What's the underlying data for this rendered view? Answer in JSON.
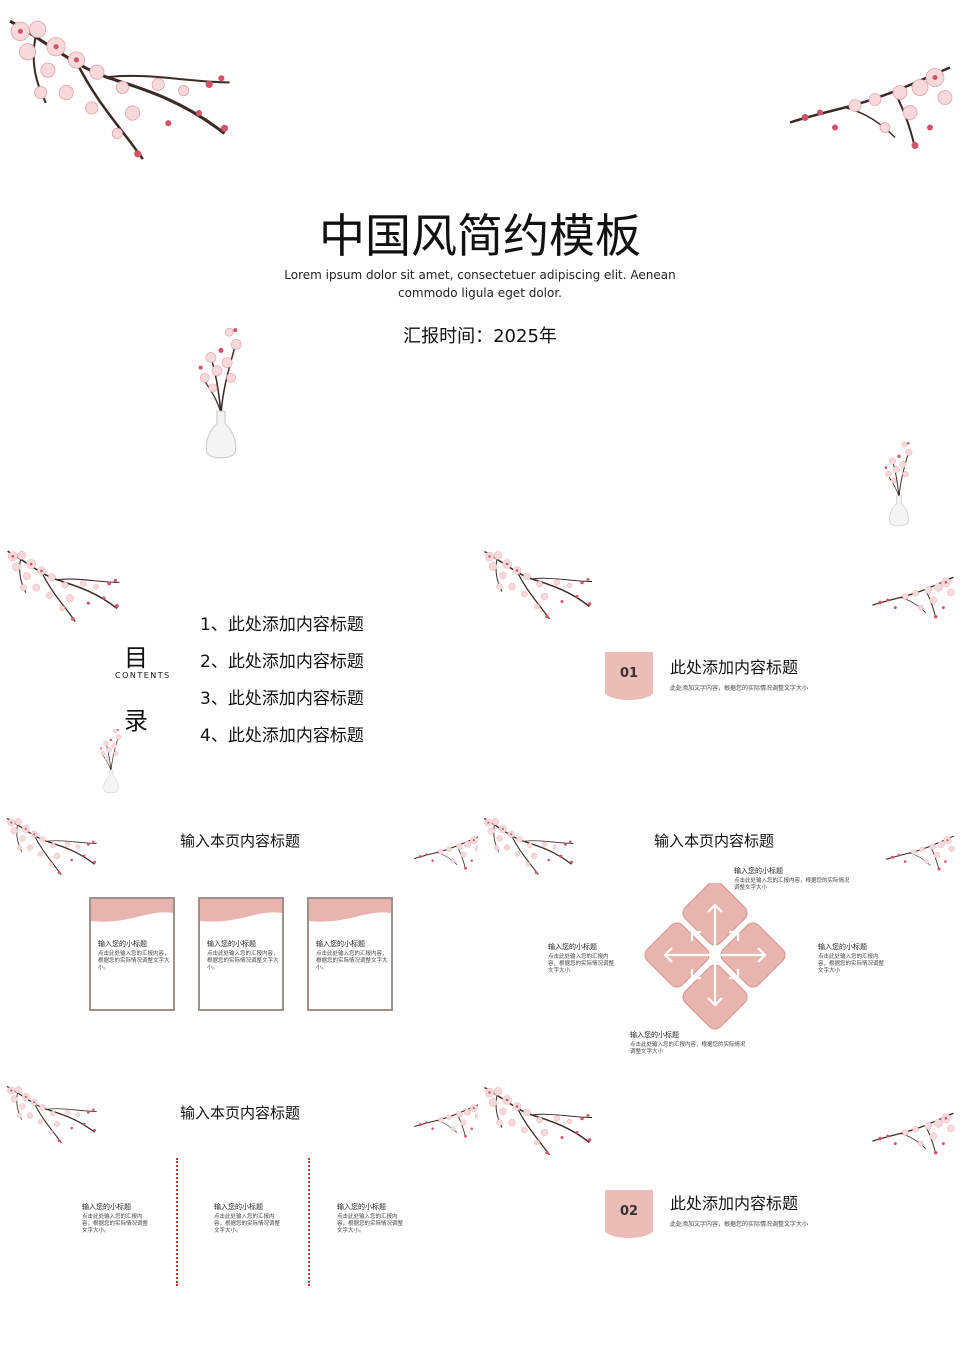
{
  "cover": {
    "title": "中国风简约模板",
    "subtitle_line1": "Lorem ipsum dolor sit amet, consectetuer adipiscing elit. Aenean",
    "subtitle_line2": "commodo ligula eget dolor.",
    "report_time": "汇报时间：2025年"
  },
  "toc": {
    "heading_top": "目",
    "heading_en": "CONTENTS",
    "heading_bottom": "录",
    "items": [
      "1、此处添加内容标题",
      "2、此处添加内容标题",
      "3、此处添加内容标题",
      "4、此处添加内容标题"
    ]
  },
  "section1": {
    "number": "01",
    "title": "此处添加内容标题",
    "desc": "此处添加文字内容，根据您的实际情况调整文字大小"
  },
  "cards_slide": {
    "title": "输入本页内容标题",
    "cards": [
      {
        "title": "输入您的小标题",
        "body": "点击此处输入您的汇报内容，根据您的实际情况调整文字大小。"
      },
      {
        "title": "输入您的小标题",
        "body": "点击此处输入您的汇报内容，根据您的实际情况调整文字大小。"
      },
      {
        "title": "输入您的小标题",
        "body": "点击此处输入您的汇报内容，根据您的实际情况调整文字大小。"
      }
    ]
  },
  "diamond_slide": {
    "title": "输入本页内容标题",
    "top": {
      "title": "输入您的小标题",
      "body": "点击此处输入您的汇报内容，根据您的实际情况调整文字大小"
    },
    "left": {
      "title": "输入您的小标题",
      "body": "点击此处输入您的汇报内容，根据您的实际情况调整文字大小"
    },
    "right": {
      "title": "输入您的小标题",
      "body": "点击此处输入您的汇报内容，根据您的实际情况调整文字大小"
    },
    "bottom": {
      "title": "输入您的小标题",
      "body": "点击此处输入您的汇报内容，根据您的实际情况调整文字大小"
    }
  },
  "columns_slide": {
    "title": "输入本页内容标题",
    "columns": [
      {
        "title": "输入您的小标题",
        "body": "点击此处输入您的汇报内容，根据您的实际情况调整文字大小。"
      },
      {
        "title": "输入您的小标题",
        "body": "点击此处输入您的汇报内容，根据您的实际情况调整文字大小。"
      },
      {
        "title": "输入您的小标题",
        "body": "点击此处输入您的汇报内容，根据您的实际情况调整文字大小。"
      }
    ]
  },
  "section2": {
    "number": "02",
    "title": "此处添加内容标题",
    "desc": "此处添加文字内容，根据您的实际情况调整文字大小"
  },
  "colors": {
    "accent": "#e8b4ae",
    "blossom": "#f2c9cd",
    "branch": "#3b2a25",
    "card_border": "#9a938c",
    "dotted_line": "#c0392b"
  },
  "icons": [
    "plum-blossom-branch",
    "vase-with-blossom",
    "arrow-icon"
  ]
}
